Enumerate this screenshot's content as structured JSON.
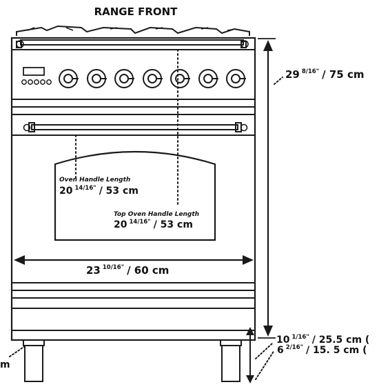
{
  "diagram": {
    "title": "RANGE FRONT",
    "height_label": {
      "whole": "29",
      "fraction": "8/16\"",
      "metric": "/ 75 cm"
    },
    "width_label": {
      "whole": "23",
      "fraction": "10/16\"",
      "metric": "/ 60 cm"
    },
    "oven_handle": {
      "caption": "Oven Handle Length",
      "whole": "20",
      "fraction": "14/16\"",
      "metric": "/ 53 cm"
    },
    "top_oven_handle": {
      "caption": "Top Oven Handle Length",
      "whole": "20",
      "fraction": "14/16\"",
      "metric": "/ 53 cm"
    },
    "leg_max_label": {
      "whole": "10",
      "fraction": "1/16\"",
      "metric": "/ 25.5 cm ("
    },
    "leg_min_label": {
      "whole": "6",
      "fraction": "2/16\"",
      "metric": "/ 15. 5 cm ("
    },
    "left_cut_label": "m"
  }
}
